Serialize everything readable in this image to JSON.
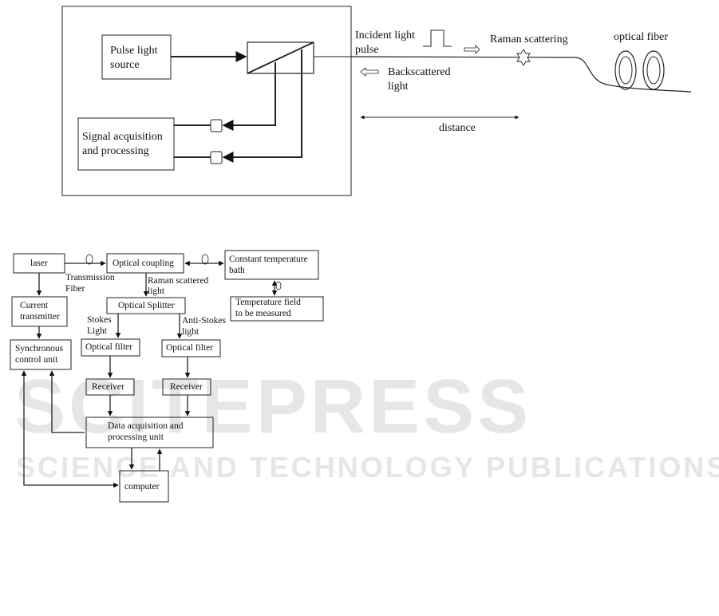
{
  "watermark": {
    "brand": "SCITEPRESS",
    "tagline": "SCIENCE AND TECHNOLOGY PUBLICATIONS"
  },
  "figure_top": {
    "pulse_light_source": [
      "Pulse light",
      "source"
    ],
    "signal_acquisition": [
      "Signal acquisition",
      "and processing"
    ],
    "incident_light": [
      "Incident light",
      "pulse"
    ],
    "raman_scattering": "Raman scattering",
    "optical_fiber": "optical fiber",
    "backscattered": [
      "Backscattered",
      "light"
    ],
    "distance": "distance"
  },
  "figure_bottom": {
    "laser": "laser",
    "optical_coupling": "Optical coupling",
    "constant_temp_bath": [
      "Constant temperature",
      "bath"
    ],
    "transmission_fiber": [
      "Transmission",
      "Fiber"
    ],
    "raman_scattered_light": [
      "Raman scattered",
      "light"
    ],
    "current_transmitter": [
      "Current",
      "transmitter"
    ],
    "optical_splitter": "Optical Splitter",
    "temperature_field": [
      "Temperature field",
      "to be measured"
    ],
    "stokes_light": [
      "Stokes",
      "Light"
    ],
    "anti_stokes_light": [
      "Anti-Stokes",
      "light"
    ],
    "synchronous_control": [
      "Synchronous",
      "control unit"
    ],
    "optical_filter_left": "Optical filter",
    "optical_filter_right": "Optical filter",
    "receiver_left": "Receiver",
    "receiver_right": "Receiver",
    "data_acquisition": [
      "Data acquisition and",
      "processing unit"
    ],
    "computer": "computer"
  }
}
